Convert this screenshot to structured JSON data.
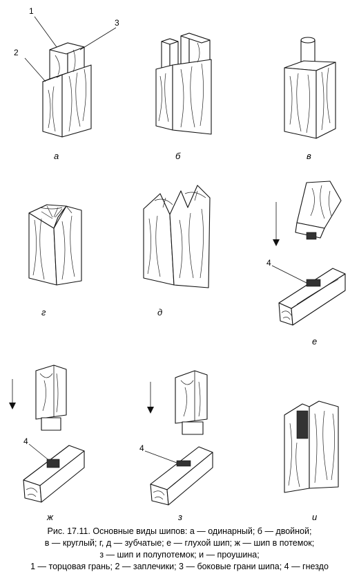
{
  "figure": {
    "panel_labels": {
      "a": "а",
      "b": "б",
      "v": "в",
      "g": "г",
      "d": "д",
      "e": "е",
      "zh": "ж",
      "z": "з",
      "i": "и"
    },
    "callouts": {
      "n1": "1",
      "n2": "2",
      "n3": "3",
      "n4": "4"
    }
  },
  "caption": {
    "line1": "Рис. 17.11. Основные виды шипов: а — одинарный; б — двойной;",
    "line2": "в — круглый; г, д — зубчатые; е — глухой шип; ж — шип в потемок;",
    "line3": "з — шип и полупотемок; и — проушина;",
    "line4": "1 — торцовая грань; 2 — заплечики; 3 — боковые грани шипа; 4 — гнездо"
  }
}
